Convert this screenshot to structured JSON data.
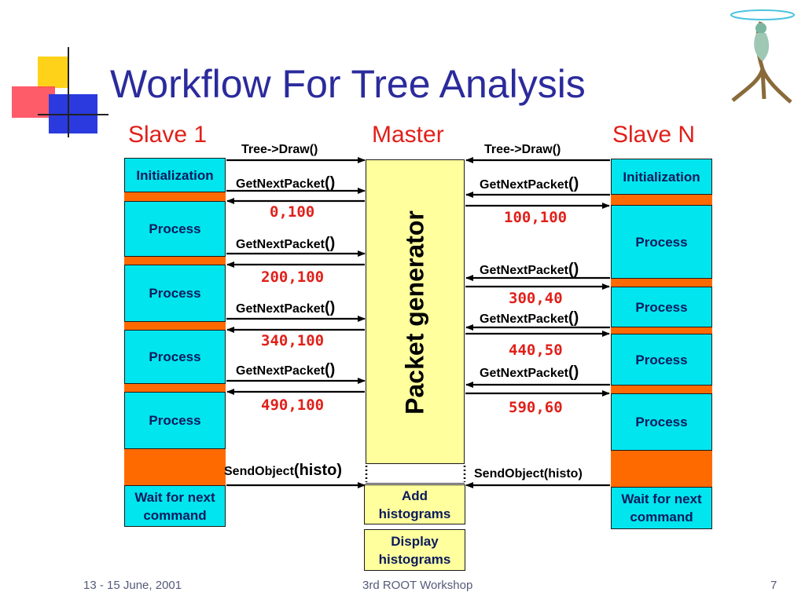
{
  "title": "Workflow For Tree Analysis",
  "columns": {
    "left": "Slave 1",
    "center": "Master",
    "right": "Slave N"
  },
  "master": {
    "generator": "Packet generator",
    "add_l1": "Add",
    "add_l2": "histograms",
    "display_l1": "Display",
    "display_l2": "histograms"
  },
  "left": {
    "init": "Initialization",
    "process": "Process",
    "wait_l1": "Wait for next",
    "wait_l2": "command",
    "draw": "Tree->Draw()",
    "gnp_main": "GetNextPacket",
    "gnp_paren": "()",
    "packets": [
      "0,100",
      "200,100",
      "340,100",
      "490,100"
    ],
    "send_main": "SendObject",
    "send_paren": "(histo)"
  },
  "right": {
    "init": "Initialization",
    "process": "Process",
    "wait_l1": "Wait for next",
    "wait_l2": "command",
    "draw": "Tree->Draw()",
    "gnp_main": "GetNextPacket",
    "gnp_paren": "()",
    "packets": [
      "100,100",
      "300,40",
      "440,50",
      "590,60"
    ],
    "send": "SendObject(histo)"
  },
  "footer": {
    "date": "13 - 15 June, 2001",
    "event": "3rd ROOT Workshop",
    "page": "7"
  },
  "colors": {
    "title": "#2b2b9c",
    "header": "#e0201a",
    "box": "#00e5ee",
    "bar": "#ff6a00",
    "master": "#ffff9e"
  },
  "icons": {
    "logo": "tree-figure-logo",
    "decoration": "colored-squares-decoration"
  }
}
